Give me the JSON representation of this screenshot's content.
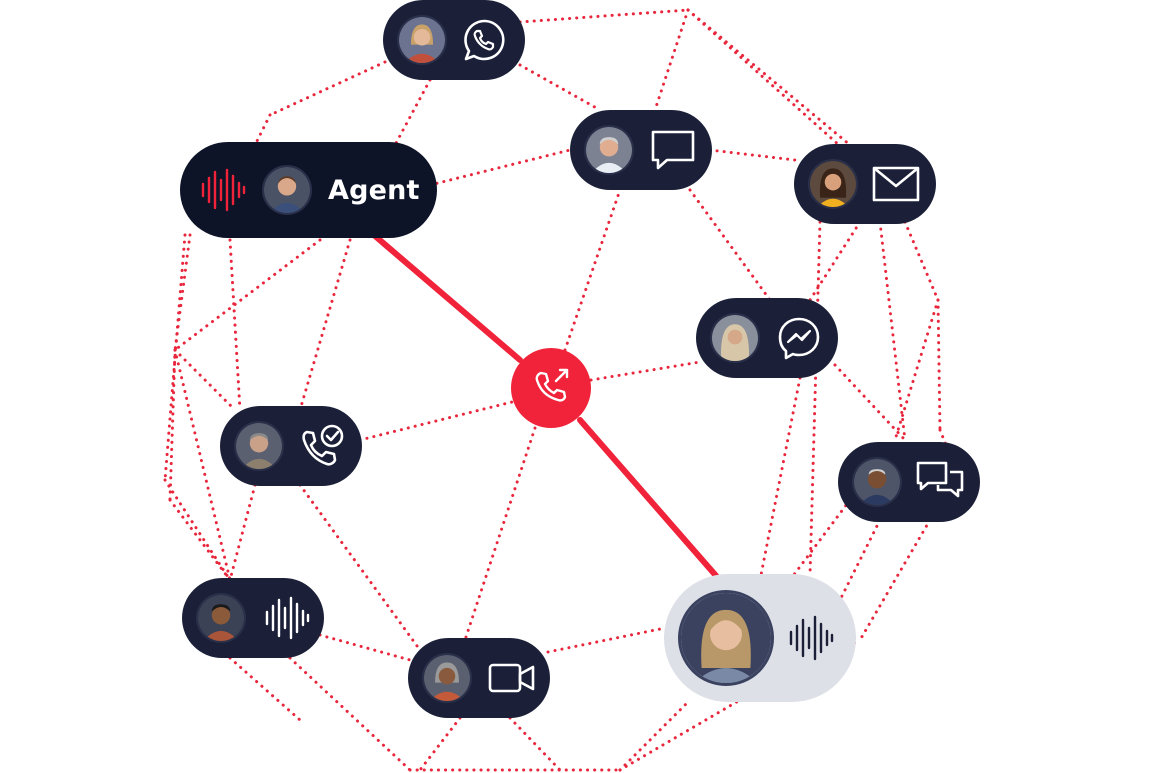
{
  "agent": {
    "label": "Agent"
  },
  "colors": {
    "accent": "#f0233a",
    "pill": "#1b2038",
    "agent_pill": "#0e1428",
    "caller_pill": "#dde0e7"
  },
  "channels": [
    {
      "name": "whatsapp",
      "icon": "whatsapp-icon"
    },
    {
      "name": "chat",
      "icon": "chat-bubble-icon"
    },
    {
      "name": "email",
      "icon": "envelope-icon"
    },
    {
      "name": "messenger",
      "icon": "messenger-icon"
    },
    {
      "name": "phone",
      "icon": "phone-check-icon"
    },
    {
      "name": "sms",
      "icon": "sms-bubbles-icon"
    },
    {
      "name": "voice",
      "icon": "sound-wave-icon"
    },
    {
      "name": "video",
      "icon": "video-camera-icon"
    }
  ],
  "hub": {
    "icon": "phone-transfer-icon"
  }
}
